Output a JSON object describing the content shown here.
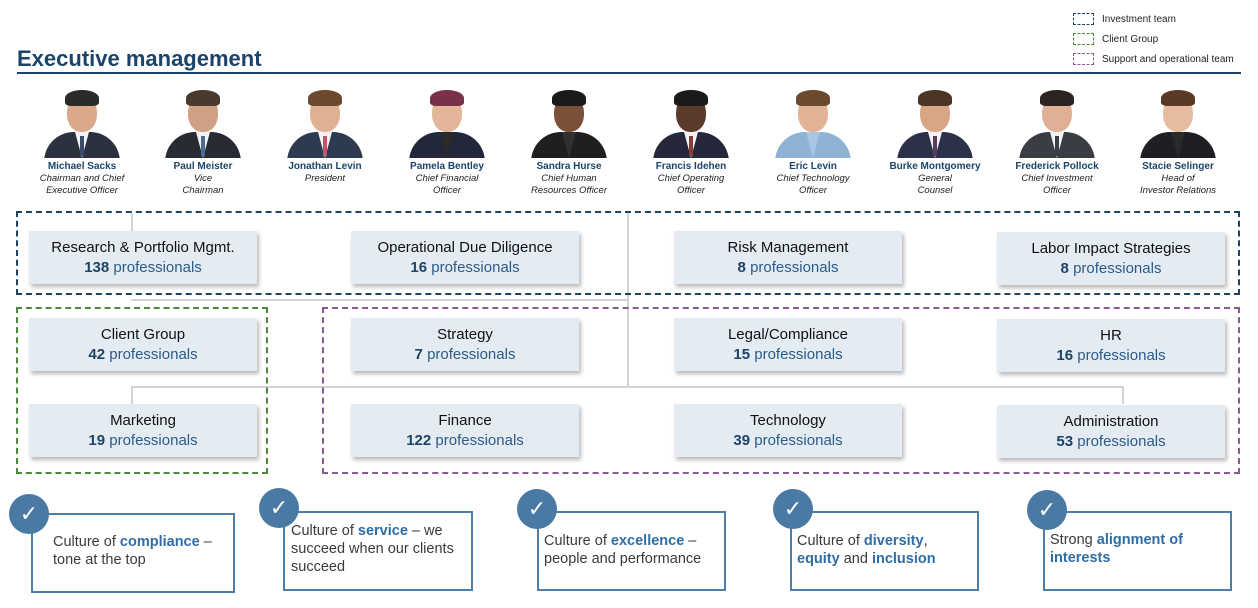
{
  "legend": {
    "items": [
      {
        "label": "Investment team",
        "color": "#1c4468"
      },
      {
        "label": "Client Group",
        "color": "#4b8b3b"
      },
      {
        "label": "Support and operational team",
        "color": "#8a5a98"
      }
    ]
  },
  "title": "Executive management",
  "executives": [
    {
      "name": "Michael Sacks",
      "role1": "Chairman and Chief",
      "role2": "Executive Officer"
    },
    {
      "name": "Paul Meister",
      "role1": "Vice",
      "role2": "Chairman"
    },
    {
      "name": "Jonathan Levin",
      "role1": "President",
      "role2": ""
    },
    {
      "name": "Pamela Bentley",
      "role1": "Chief Financial",
      "role2": "Officer"
    },
    {
      "name": "Sandra Hurse",
      "role1": "Chief Human",
      "role2": "Resources Officer"
    },
    {
      "name": "Francis Idehen",
      "role1": "Chief Operating",
      "role2": "Officer"
    },
    {
      "name": "Eric Levin",
      "role1": "Chief Technology",
      "role2": "Officer"
    },
    {
      "name": "Burke Montgomery",
      "role1": "General",
      "role2": "Counsel"
    },
    {
      "name": "Frederick Pollock",
      "role1": "Chief Investment",
      "role2": "Officer"
    },
    {
      "name": "Stacie Selinger",
      "role1": "Head of",
      "role2": "Investor Relations"
    }
  ],
  "departments": {
    "research": {
      "name": "Research & Portfolio Mgmt.",
      "count": "138",
      "unit": "professionals"
    },
    "odd": {
      "name": "Operational Due Diligence",
      "count": "16",
      "unit": "professionals"
    },
    "risk": {
      "name": "Risk Management",
      "count": "8",
      "unit": "professionals"
    },
    "labor": {
      "name": "Labor Impact Strategies",
      "count": "8",
      "unit": "professionals"
    },
    "client": {
      "name": "Client Group",
      "count": "42",
      "unit": "professionals"
    },
    "strategy": {
      "name": "Strategy",
      "count": "7",
      "unit": "professionals"
    },
    "legal": {
      "name": "Legal/Compliance",
      "count": "15",
      "unit": "professionals"
    },
    "hr": {
      "name": "HR",
      "count": "16",
      "unit": "professionals"
    },
    "marketing": {
      "name": "Marketing",
      "count": "19",
      "unit": "professionals"
    },
    "finance": {
      "name": "Finance",
      "count": "122",
      "unit": "professionals"
    },
    "technology": {
      "name": "Technology",
      "count": "39",
      "unit": "professionals"
    },
    "admin": {
      "name": "Administration",
      "count": "53",
      "unit": "professionals"
    }
  },
  "culture": {
    "compliance": {
      "pre": "Culture of ",
      "hl": "compliance",
      "post": " –",
      "line2": "tone at the top"
    },
    "service": {
      "pre": "Culture of ",
      "hl": "service",
      "post": " – we",
      "line2": "succeed when our clients",
      "line3": "succeed"
    },
    "excellence": {
      "pre": "Culture of ",
      "hl": "excellence",
      "post": " –",
      "line2": "people and performance"
    },
    "diversity": {
      "pre": "Culture of ",
      "hl1": "diversity",
      "sep": ",",
      "hl2": "equity",
      "mid": " and ",
      "hl3": "inclusion"
    },
    "alignment": {
      "pre": "Strong ",
      "hl1": "alignment of",
      "hl2": "interests"
    }
  },
  "icons": {
    "check": "✓"
  }
}
